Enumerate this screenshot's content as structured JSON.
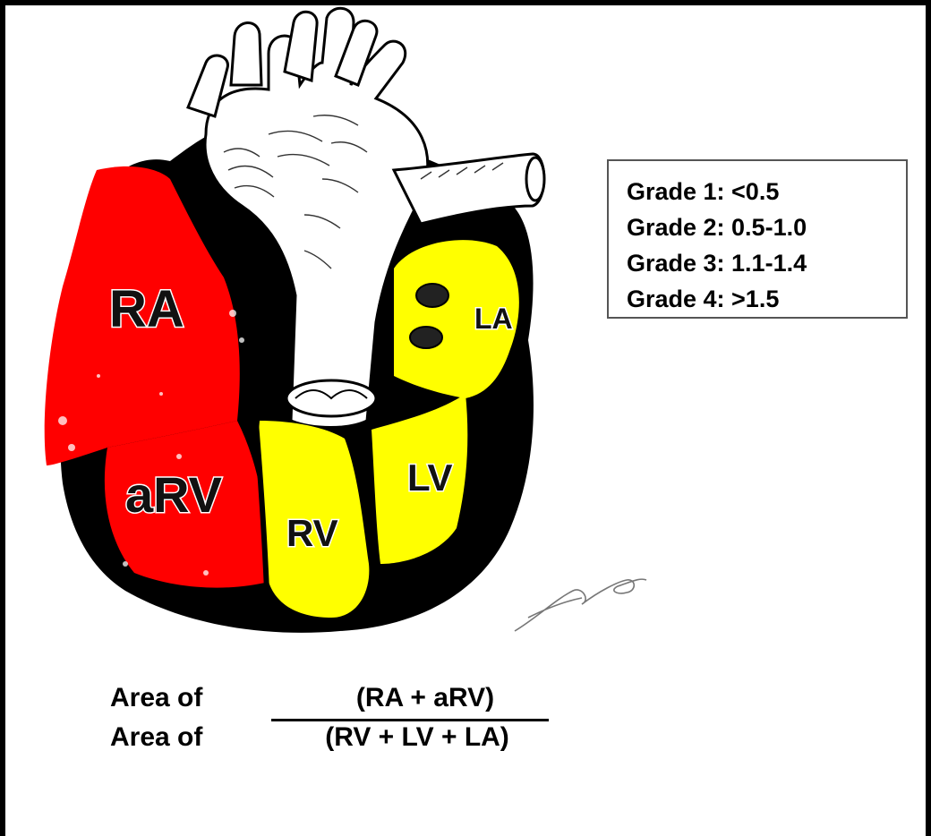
{
  "diagram": {
    "chambers": {
      "ra": "RA",
      "arv": "aRV",
      "rv": "RV",
      "lv": "LV",
      "la": "LA"
    },
    "colors": {
      "atrialized": "#ff0000",
      "functional": "#ffff00",
      "outline": "#000000",
      "vessel": "#ffffff"
    }
  },
  "grading": {
    "lines": [
      "Grade 1: <0.5",
      "Grade 2: 0.5-1.0",
      "Grade 3: 1.1-1.4",
      "Grade 4: >1.5"
    ]
  },
  "formula": {
    "label_top": "Area of",
    "label_bottom": "Area of",
    "numerator": "(RA + aRV)",
    "denominator": "(RV + LV + LA)"
  }
}
